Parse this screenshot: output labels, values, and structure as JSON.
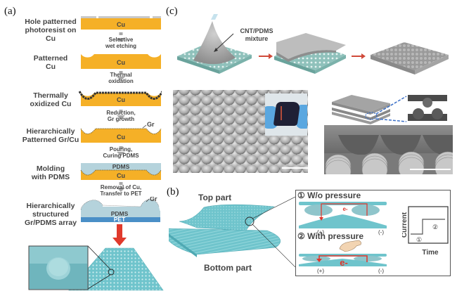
{
  "panels": {
    "a": {
      "label": "(a)",
      "steps": [
        {
          "label_lines": [
            "Hole patterned",
            "photoresist on Cu"
          ],
          "layer": "Cu"
        },
        {
          "label_lines": [
            "Patterned",
            "Cu"
          ],
          "layer": "Cu"
        },
        {
          "label_lines": [
            "Thermally",
            "oxidized Cu"
          ],
          "layer": "Cu"
        },
        {
          "label_lines": [
            "Hierarchically",
            "Patterned Gr/Cu"
          ],
          "layer": "Cu",
          "callout": "Gr"
        },
        {
          "label_lines": [
            "Molding",
            "with PDMS"
          ],
          "layer_top": "PDMS",
          "layer": "Cu"
        },
        {
          "label_lines": [
            "Hierarchically",
            "structured",
            "Gr/PDMS array"
          ],
          "layer_top": "PDMS",
          "layer": "PET",
          "callout": "Gr"
        }
      ],
      "transitions": [
        [
          "Selective",
          "wet etching"
        ],
        [
          "Thermal",
          "oxidation"
        ],
        [
          "Reduction,",
          "Gr growth"
        ],
        [
          "Pouring,",
          "Curing PDMS"
        ],
        [
          "Removal of Cu,",
          "Transfer to PET"
        ]
      ]
    },
    "b": {
      "label": "(b)",
      "top_part": "Top part",
      "bottom_part": "Bottom part",
      "states": [
        {
          "marker": "①",
          "title": "W/o pressure",
          "electron": "e-",
          "plus": "(+)",
          "minus": "(-)"
        },
        {
          "marker": "②",
          "title": "With pressure",
          "electron": "e-",
          "plus": "(+)",
          "minus": "(-)"
        }
      ],
      "graph": {
        "ylabel": "Current",
        "xlabel": "Time",
        "marker1": "①",
        "marker2": "②"
      }
    },
    "c": {
      "label": "(c)",
      "mixture_label": [
        "CNT/PDMS",
        "mixture"
      ]
    }
  },
  "colors": {
    "cu": "#f5b027",
    "pdms": "#b5d3dc",
    "pet": "#4a8fc7",
    "teal": "#6fc4cc",
    "red_arrow": "#e03a2c",
    "electron": "#e0352b",
    "gray_arrow": "#a8a8a8"
  }
}
